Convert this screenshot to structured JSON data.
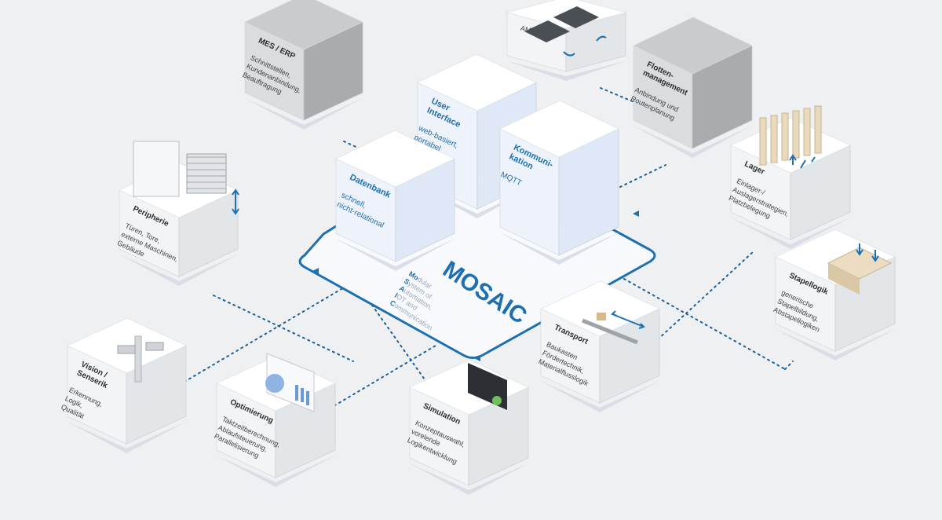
{
  "platform": {
    "name": "MOSAIC",
    "acronym": [
      {
        "bold": "Mo",
        "rest": "dular"
      },
      {
        "bold": "S",
        "rest": "ystem of"
      },
      {
        "bold": "A",
        "rest": "utomation,"
      },
      {
        "bold": "I",
        "rest": "OT and"
      },
      {
        "bold": "C",
        "rest": "ommunication"
      }
    ]
  },
  "core_modules": [
    {
      "id": "datenbank",
      "title": [
        "Datenbank"
      ],
      "desc": [
        "schnell,",
        "nicht-relational"
      ]
    },
    {
      "id": "user-interface",
      "title": [
        "User",
        "Interface"
      ],
      "desc": [
        "web-basiert,",
        "portabel"
      ]
    },
    {
      "id": "kommunikation",
      "title": [
        "Kommuni-",
        "kation"
      ],
      "desc": [
        "MQTT"
      ]
    }
  ],
  "modules": [
    {
      "id": "mes-erp",
      "title": [
        "MES / ERP"
      ],
      "desc": [
        "Schnittstellen,",
        "Kundenanbindung,",
        "Beauftragung"
      ],
      "style": "gray"
    },
    {
      "id": "amr",
      "title": [],
      "desc": [
        "AMR"
      ],
      "style": "white"
    },
    {
      "id": "flottenmanagement",
      "title": [
        "Flotten-",
        "management"
      ],
      "desc": [
        "Anbindung und",
        "Routenplanung"
      ],
      "style": "gray"
    },
    {
      "id": "peripherie",
      "title": [
        "Peripherie"
      ],
      "desc": [
        "Türen, Tore,",
        "externe Maschinen,",
        "Gebäude"
      ],
      "style": "white"
    },
    {
      "id": "lager",
      "title": [
        "Lager"
      ],
      "desc": [
        "Einlager-/",
        "Auslagerstrategien,",
        "Platzbelegung"
      ],
      "style": "white"
    },
    {
      "id": "stapellogik",
      "title": [
        "Stapellogik"
      ],
      "desc": [
        "generische",
        "Stapelbildung,",
        "Abstapellogiken"
      ],
      "style": "white"
    },
    {
      "id": "transport",
      "title": [
        "Transport"
      ],
      "desc": [
        "Baukasten",
        "Fördertechnik,",
        "Materialflusslogik"
      ],
      "style": "white"
    },
    {
      "id": "vision",
      "title": [
        "Vision /",
        "Senserik"
      ],
      "desc": [
        "Erkennung,",
        "Logik,",
        "Qualität"
      ],
      "style": "white"
    },
    {
      "id": "optimierung",
      "title": [
        "Optimierung"
      ],
      "desc": [
        "Taktzeitberechnung,",
        "Ablaufsteuerung,",
        "Parallelisierung"
      ],
      "style": "white"
    },
    {
      "id": "simulation",
      "title": [
        "Simulation"
      ],
      "desc": [
        "Konzeptauswahl,",
        "vorelende",
        "Logikentwicklung"
      ],
      "style": "white"
    }
  ],
  "colors": {
    "background": "#eef0f1",
    "accent_blue": "#1e6fb0",
    "connector": "#1d5f9a",
    "cube_white_top": "#ffffff",
    "cube_white_left": "#f3f4f5",
    "cube_white_right": "#e3e6e8",
    "cube_gray_top": "#c9cbcd",
    "cube_gray_left": "#dadcdd",
    "cube_gray_right": "#a9acaf",
    "core_top": "#ffffff",
    "core_left": "#eef3fb",
    "core_right": "#dfe8f6"
  }
}
